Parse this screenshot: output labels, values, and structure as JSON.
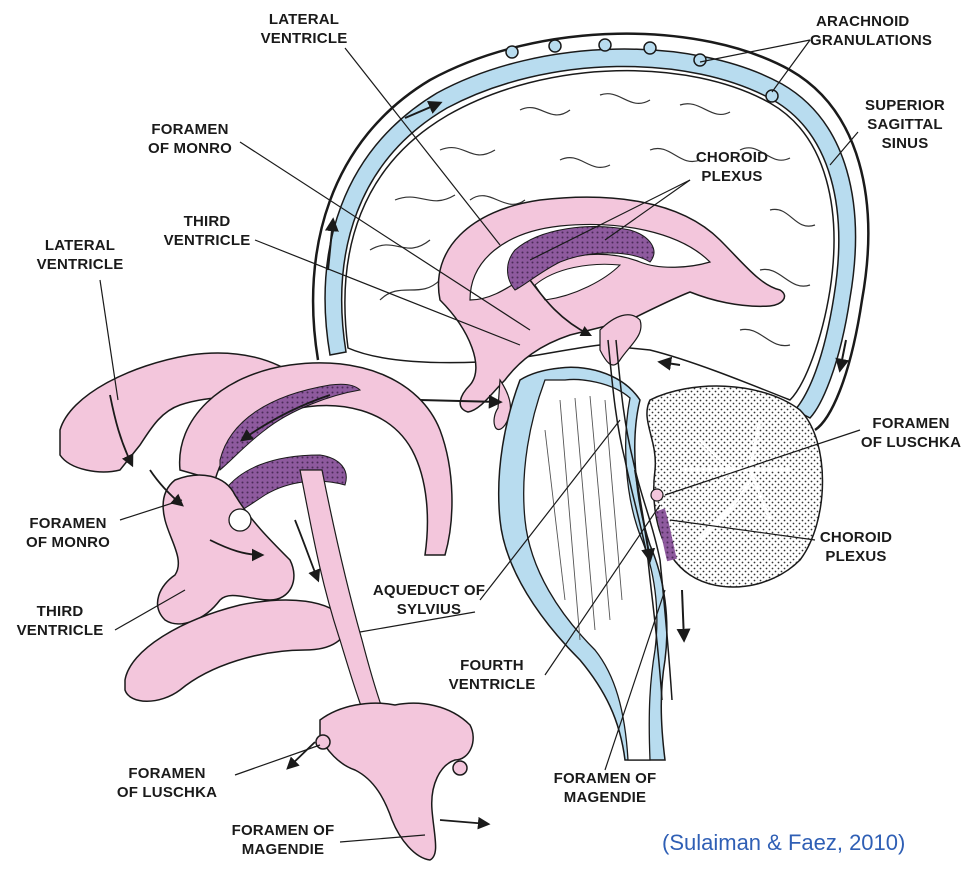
{
  "labels": {
    "lateral_ventricle_top": [
      "LATERAL",
      "VENTRICLE"
    ],
    "arachnoid_granulations": [
      "ARACHNOID",
      "GRANULATIONS"
    ],
    "superior_sagittal_sinus": [
      "SUPERIOR",
      "SAGITTAL",
      "SINUS"
    ],
    "foramen_of_monro_top": [
      "FORAMEN",
      "OF MONRO"
    ],
    "choroid_plexus_top": [
      "CHOROID",
      "PLEXUS"
    ],
    "third_ventricle_top": [
      "THIRD",
      "VENTRICLE"
    ],
    "lateral_ventricle_left": [
      "LATERAL",
      "VENTRICLE"
    ],
    "foramen_of_luschka_right": [
      "FORAMEN",
      "OF LUSCHKA"
    ],
    "foramen_of_monro_left": [
      "FORAMEN",
      "OF MONRO"
    ],
    "choroid_plexus_right": [
      "CHOROID",
      "PLEXUS"
    ],
    "third_ventricle_left": [
      "THIRD",
      "VENTRICLE"
    ],
    "aqueduct_of_sylvius": [
      "AQUEDUCT OF",
      "SYLVIUS"
    ],
    "fourth_ventricle": [
      "FOURTH",
      "VENTRICLE"
    ],
    "foramen_of_luschka_bottom": [
      "FORAMEN",
      "OF LUSCHKA"
    ],
    "foramen_of_magendie_right": [
      "FORAMEN OF",
      "MAGENDIE"
    ],
    "foramen_of_magendie_bottom": [
      "FORAMEN OF",
      "MAGENDIE"
    ]
  },
  "citation": "(Sulaiman & Faez, 2010)",
  "colors": {
    "csf_space": "#b8dcef",
    "ventricle": "#f3c6dc",
    "choroid_plexus": "#8e5a9e",
    "outline": "#1a1a1a",
    "citation": "#2f5fb5"
  }
}
